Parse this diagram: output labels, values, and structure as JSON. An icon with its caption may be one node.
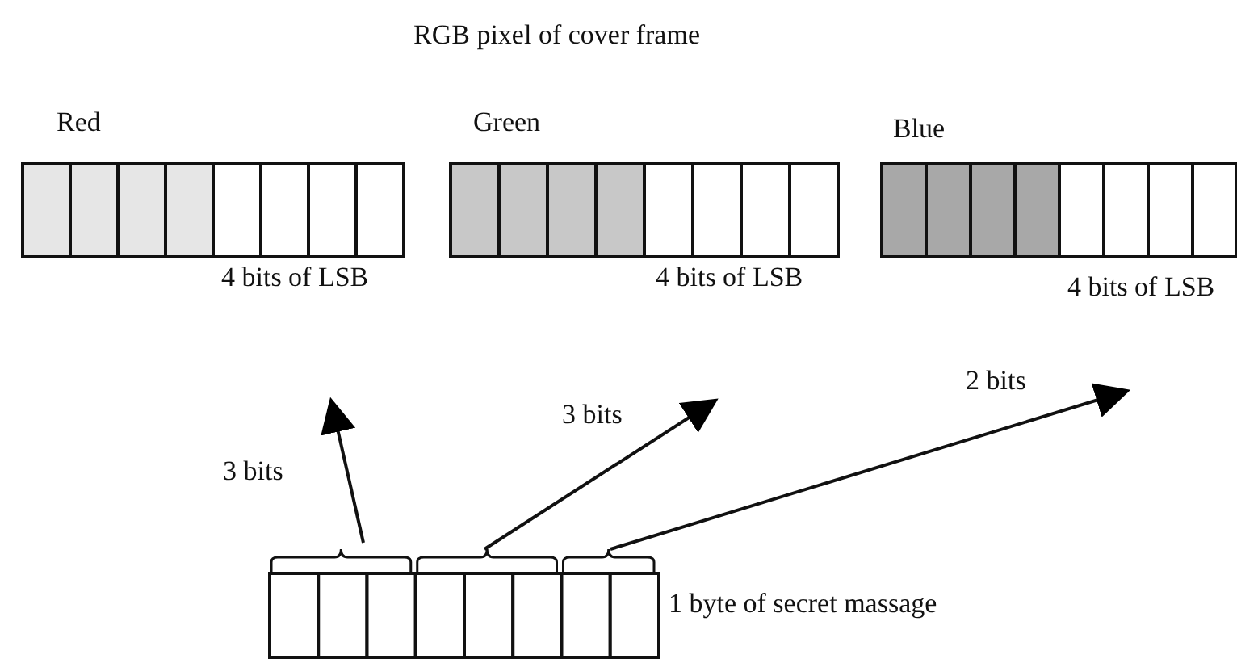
{
  "diagram": {
    "title": "RGB pixel of cover frame",
    "nodes": [
      {
        "text": [
          "Red"
        ],
        "beside": [
          "4 bits of LSB"
        ]
      },
      {
        "text": [
          "Green"
        ],
        "beside": [
          "4 bits of LSB"
        ]
      },
      {
        "text": [
          "Blue"
        ],
        "beside": [
          "4 bits of LSB"
        ]
      },
      {
        "text": [],
        "shape": "box",
        "beside": [
          "1 byte of secret massage"
        ]
      }
    ],
    "edges": [
      {
        "from": 3,
        "to": null,
        "arrow": "to",
        "label": "3 bits"
      },
      {
        "from": 3,
        "to": null,
        "arrow": "to",
        "label": "3 bits"
      },
      {
        "from": 3,
        "to": null,
        "arrow": "to",
        "label": "2 bits"
      }
    ]
  }
}
